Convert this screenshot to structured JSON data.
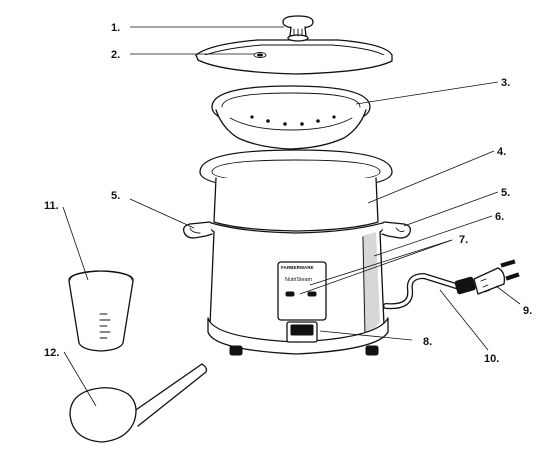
{
  "diagram": {
    "callouts": [
      {
        "id": "1",
        "text": "1."
      },
      {
        "id": "2",
        "text": "2."
      },
      {
        "id": "3",
        "text": "3."
      },
      {
        "id": "4",
        "text": "4."
      },
      {
        "id": "5a",
        "text": "5."
      },
      {
        "id": "5b",
        "text": "5."
      },
      {
        "id": "6",
        "text": "6."
      },
      {
        "id": "7",
        "text": "7."
      },
      {
        "id": "8",
        "text": "8."
      },
      {
        "id": "9",
        "text": "9."
      },
      {
        "id": "10",
        "text": "10."
      },
      {
        "id": "11",
        "text": "11."
      },
      {
        "id": "12",
        "text": "12."
      }
    ],
    "control_panel": {
      "brand": "FARBERWARE",
      "model": "NutriSteam"
    }
  }
}
